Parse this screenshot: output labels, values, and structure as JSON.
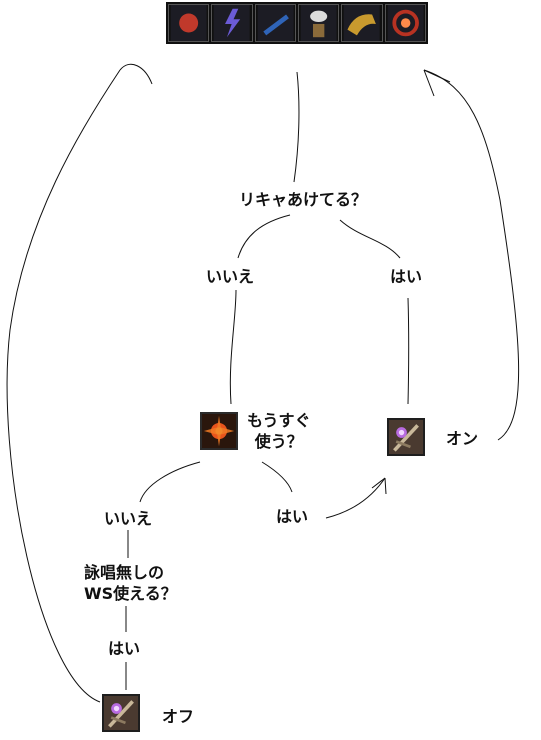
{
  "diagram": {
    "question_recast": "リキャあけてる？",
    "answer_no_1": "いいえ",
    "answer_yes_1": "はい",
    "question_soon": "もうすぐ\n使う？",
    "result_on": "オン",
    "answer_no_2": "いいえ",
    "answer_yes_2": "はい",
    "question_ws": "詠唱無しの\nWS使える？",
    "answer_yes_3": "はい",
    "result_off": "オフ"
  },
  "skill_icons": [
    {
      "name": "burst-shot-icon",
      "color": "#c0392b"
    },
    {
      "name": "lightning-hand-icon",
      "color": "#6b5bd6"
    },
    {
      "name": "blue-rifle-icon",
      "color": "#2f64b8"
    },
    {
      "name": "speech-figure-icon",
      "color": "#8a6a3a"
    },
    {
      "name": "golden-beast-icon",
      "color": "#c99a2e"
    },
    {
      "name": "red-orb-icon",
      "color": "#b83222"
    }
  ],
  "node_icons": {
    "crit-burst": {
      "name": "critical-burst-icon",
      "color": "#d35400"
    },
    "on": {
      "name": "orb-crossbow-icon",
      "color": "#a14fc4"
    },
    "off": {
      "name": "orb-crossbow-icon",
      "color": "#a14fc4"
    }
  }
}
